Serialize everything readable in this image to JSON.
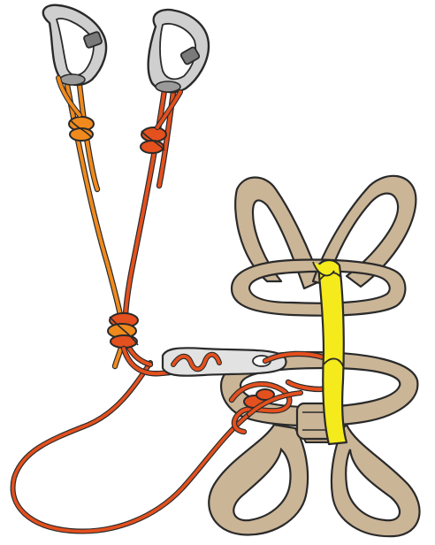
{
  "illustration": {
    "subject": "via-ferrata-lanyard-attached-to-climbing-harness",
    "colors": {
      "background": "#ffffff",
      "outline": "#2a2a2a",
      "carabiner_fill": "#cfcfcf",
      "carabiner_shade": "#9a9a9a",
      "gate_sleeve": "#7a7a7a",
      "rope_left": "#f08a1c",
      "rope_right": "#e4501e",
      "rope_main": "#e4501e",
      "webbing": "#cbb597",
      "webbing_shade": "#b39c7c",
      "sling": "#f4ea1c",
      "absorber_plate": "#e2e2e2"
    },
    "parts": [
      "left-carabiner",
      "right-carabiner",
      "left-lanyard-arm",
      "right-lanyard-arm",
      "lanyard-junction-knot",
      "energy-absorber-plate",
      "harness-tie-in-knot",
      "yellow-sling",
      "chest-harness",
      "waist-belt",
      "leg-loops"
    ]
  }
}
